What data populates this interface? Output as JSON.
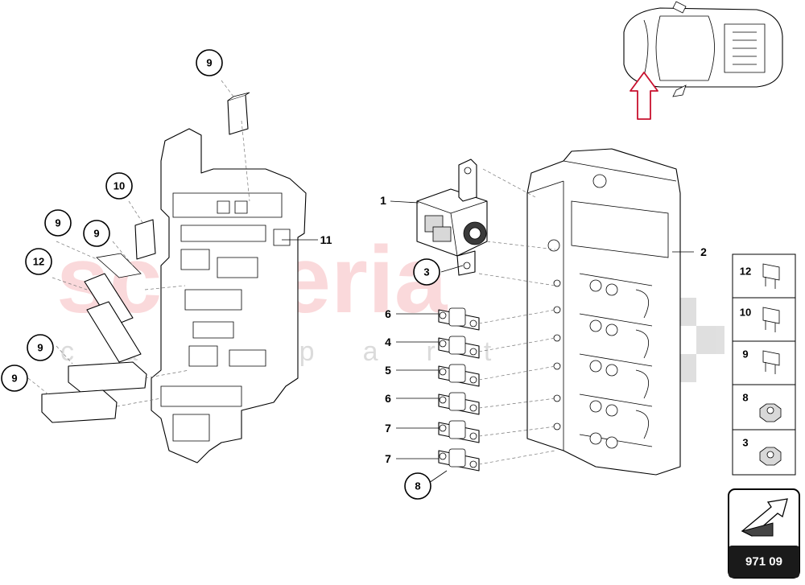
{
  "watermark": {
    "brand": "scuderia",
    "sub": "car parts"
  },
  "callouts": [
    {
      "id": "c9-top",
      "label": "9"
    },
    {
      "id": "c10",
      "label": "10"
    },
    {
      "id": "c9-a",
      "label": "9"
    },
    {
      "id": "c9-b",
      "label": "9"
    },
    {
      "id": "c12",
      "label": "12"
    },
    {
      "id": "c9-c",
      "label": "9"
    },
    {
      "id": "c9-d",
      "label": "9"
    },
    {
      "id": "c3",
      "label": "3"
    },
    {
      "id": "c8",
      "label": "8"
    }
  ],
  "labels": [
    {
      "id": "l11",
      "label": "11"
    },
    {
      "id": "l1",
      "label": "1"
    },
    {
      "id": "l2",
      "label": "2"
    },
    {
      "id": "l6a",
      "label": "6"
    },
    {
      "id": "l4",
      "label": "4"
    },
    {
      "id": "l5",
      "label": "5"
    },
    {
      "id": "l6b",
      "label": "6"
    },
    {
      "id": "l7a",
      "label": "7"
    },
    {
      "id": "l7b",
      "label": "7"
    }
  ],
  "legend": [
    {
      "number": "12",
      "icon": "fuse-icon"
    },
    {
      "number": "10",
      "icon": "fuse-icon"
    },
    {
      "number": "9",
      "icon": "fuse-icon"
    },
    {
      "number": "8",
      "icon": "nut-icon"
    },
    {
      "number": "3",
      "icon": "nut-icon"
    }
  ],
  "footer": {
    "code": "971 09",
    "icon": "arrow-icon"
  },
  "locator": {
    "icon": "car-top-view-icon",
    "arrow": "up-arrow-icon",
    "arrow_color": "#c8102e"
  }
}
